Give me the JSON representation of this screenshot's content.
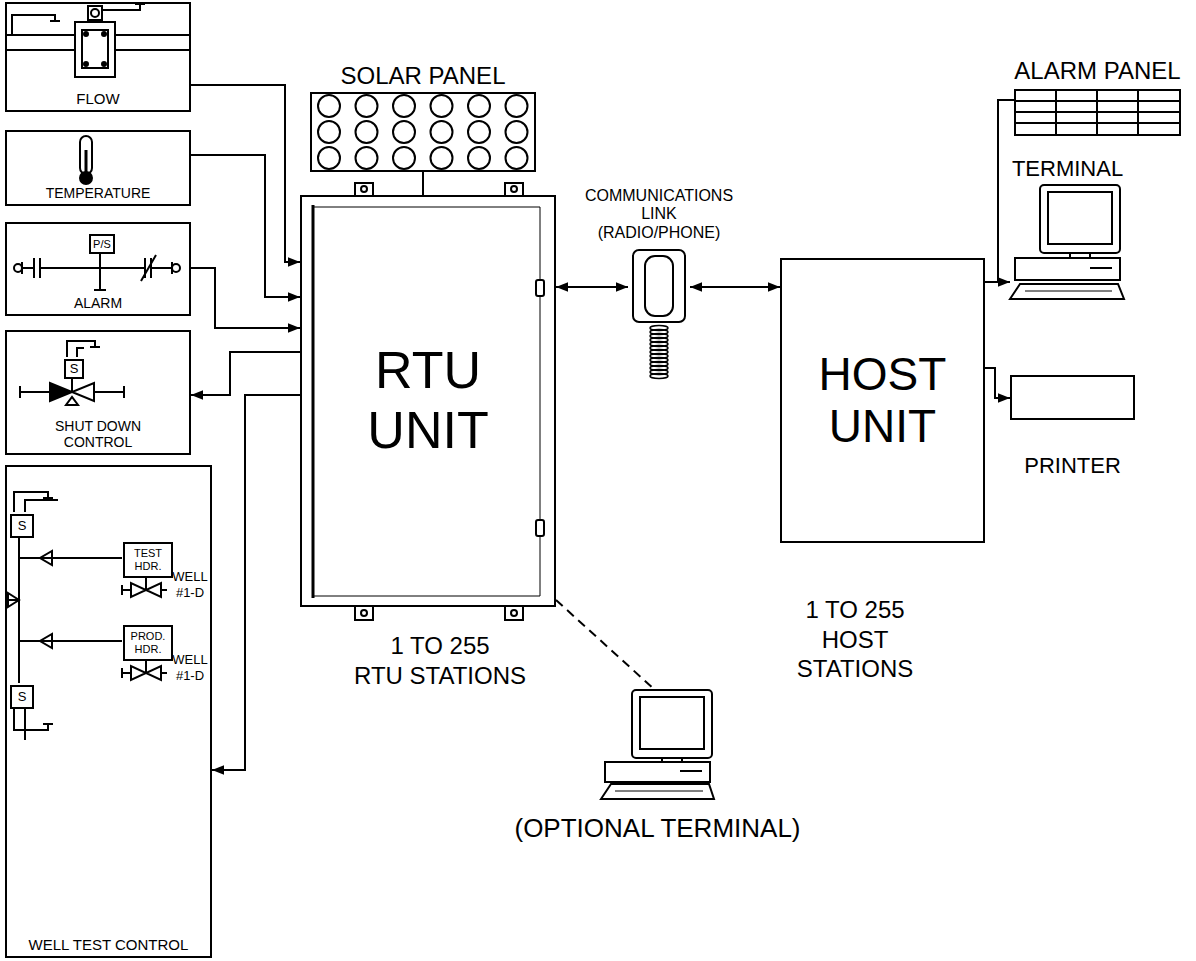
{
  "diagram": {
    "nodes": [
      {
        "text": [
          "FLOW"
        ]
      },
      {
        "text": [
          "TEMPERATURE"
        ]
      },
      {
        "text": [
          "ALARM"
        ]
      },
      {
        "text": [
          "P/S"
        ],
        "in": 2
      },
      {
        "text": [
          "SHUT DOWN CONTROL"
        ]
      },
      {
        "text": [
          "S"
        ],
        "in": 4
      },
      {
        "text": [
          "WELL TEST CONTROL"
        ]
      },
      {
        "text": [
          "S"
        ],
        "in": 6
      },
      {
        "text": [
          "TEST HDR."
        ],
        "in": 6
      },
      {
        "text": [
          "PROD. HDR."
        ],
        "in": 6
      },
      {
        "text": [
          "S"
        ],
        "in": 6
      },
      {
        "text": [
          "SOLAR PANEL"
        ]
      },
      {
        "text": [
          "RTU UNIT"
        ]
      },
      {
        "text": [
          "COMMUNICATIONS LINK (RADIO/PHONE)"
        ]
      },
      {
        "text": [
          "HOST UNIT"
        ]
      },
      {
        "text": [
          "ALARM PANEL"
        ]
      },
      {
        "text": [
          "TERMINAL"
        ]
      },
      {
        "text": [
          "PRINTER"
        ]
      },
      {
        "text": [
          "(OPTIONAL TERMINAL)"
        ]
      }
    ],
    "edges": [
      {
        "from": 0,
        "to": 12,
        "arrow": "to"
      },
      {
        "from": 1,
        "to": 12,
        "arrow": "to"
      },
      {
        "from": 2,
        "to": 12,
        "arrow": "to"
      },
      {
        "from": 12,
        "to": 4,
        "arrow": "to"
      },
      {
        "from": 12,
        "to": 6,
        "arrow": "to"
      },
      {
        "from": 11,
        "to": 12,
        "arrow": "none"
      },
      {
        "from": 12,
        "to": 13,
        "arrow": "both"
      },
      {
        "from": 13,
        "to": 14,
        "arrow": "both"
      },
      {
        "from": 14,
        "to": 15,
        "arrow": "none"
      },
      {
        "from": 14,
        "to": 16,
        "arrow": "to"
      },
      {
        "from": 14,
        "to": 17,
        "arrow": "to"
      },
      {
        "from": 12,
        "to": 18,
        "arrow": "none"
      }
    ],
    "labels": [
      "WELL #1-D",
      "WELL #1-D",
      "1 TO 255",
      "RTU STATIONS",
      "1 TO 255",
      "HOST STATIONS"
    ]
  }
}
